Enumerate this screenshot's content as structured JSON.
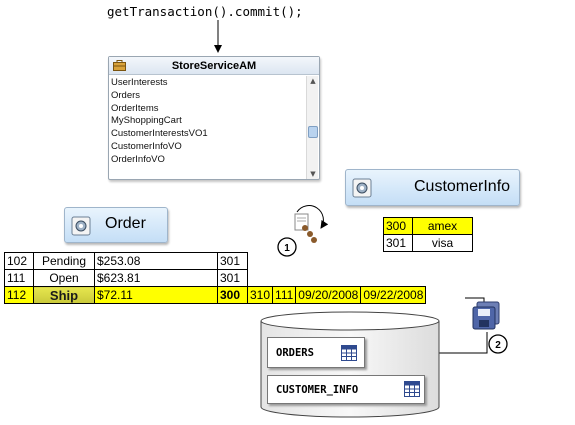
{
  "code": {
    "commit_call": "getTransaction().commit();"
  },
  "app_module": {
    "title": "StoreServiceAM",
    "items": [
      "UserInterests",
      "Orders",
      "OrderItems",
      "MyShoppingCart",
      "CustomerInterestsVO1",
      "CustomerInfoVO",
      "OrderInfoVO"
    ]
  },
  "view_objects": {
    "order": "Order",
    "customer_info": "CustomerInfo"
  },
  "customer_table": [
    {
      "id": "300",
      "card": "amex",
      "highlighted": true
    },
    {
      "id": "301",
      "card": "visa",
      "highlighted": false
    }
  ],
  "order_table": [
    {
      "id": "102",
      "status": "Pending",
      "amount": "$253.08",
      "customer": "301",
      "highlighted": false
    },
    {
      "id": "111",
      "status": "Open",
      "amount": "$623.81",
      "customer": "301",
      "highlighted": false
    },
    {
      "id": "112",
      "status": "Ship",
      "amount": "$72.11",
      "customer": "300",
      "col5": "310",
      "col6": "111",
      "date1": "09/20/2008",
      "date2": "09/22/2008",
      "highlighted": true
    }
  ],
  "database": {
    "tables": [
      "ORDERS",
      "CUSTOMER_INFO"
    ]
  },
  "steps": [
    "1",
    "2"
  ],
  "colors": {
    "highlight": "#ffff00",
    "vo_button": "#c4def6",
    "panel_border": "#9aa6b2"
  },
  "icons": [
    "briefcase-icon",
    "view-object-icon",
    "transaction-icon",
    "save-disk-icon",
    "db-table-icon"
  ]
}
